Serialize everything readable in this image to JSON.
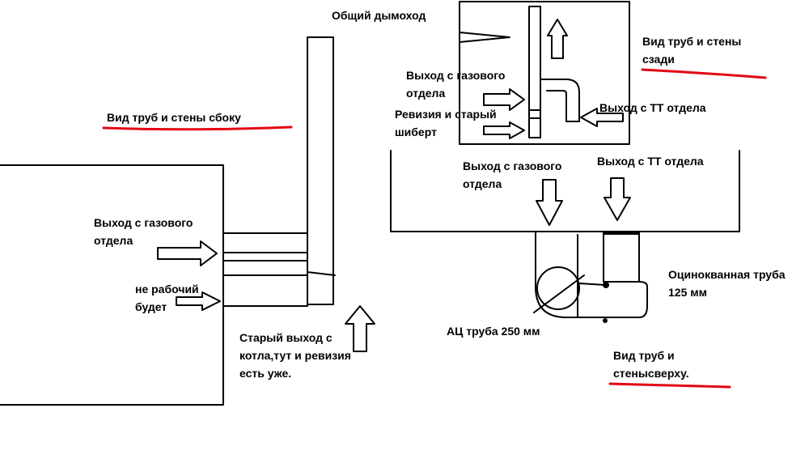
{
  "colors": {
    "ink": "#000000",
    "underline": "#e30613",
    "background": "#ffffff"
  },
  "side_view": {
    "title": "Вид труб и стены сбоку",
    "gas_outlet": [
      "Выход с газового",
      "отдела"
    ],
    "not_working": [
      "не рабочий",
      "будет"
    ],
    "old_outlet": [
      "Старый выход с",
      "котла,тут и ревизия",
      "есть уже."
    ]
  },
  "back_view": {
    "title": [
      "Вид труб и стены",
      "сзади"
    ],
    "common_chimney": "Общий дымоход",
    "gas_outlet": [
      "Выход с газового",
      "отдела"
    ],
    "revision": [
      "Ревизия и старый",
      "шиберт"
    ],
    "tt_outlet": "Выход с ТТ отдела"
  },
  "top_view": {
    "gas_outlet": [
      "Выход с газового",
      "отдела"
    ],
    "tt_outlet": "Выход с ТТ отдела",
    "galvanized_pipe": [
      "Оцинокванная труба",
      "125 мм"
    ],
    "ac_pipe": "АЦ труба 250 мм",
    "title": [
      "Вид труб и",
      "стенысверху."
    ]
  }
}
